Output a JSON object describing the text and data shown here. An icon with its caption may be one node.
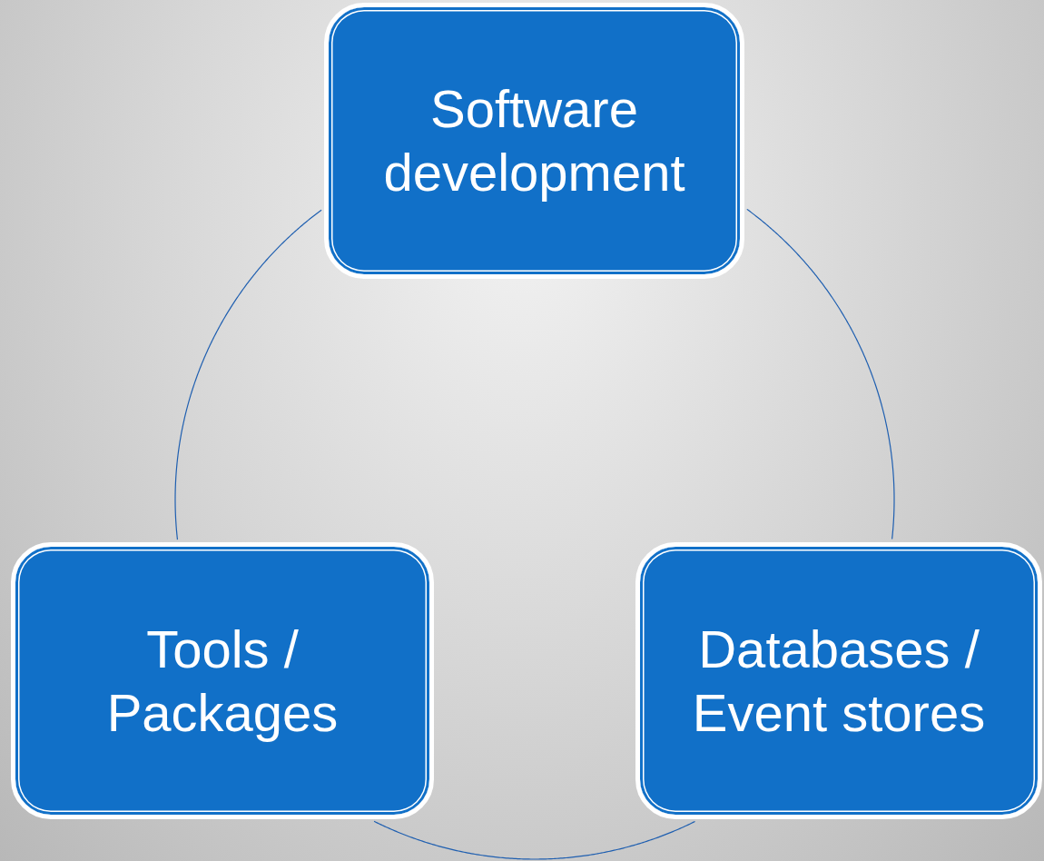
{
  "diagram": {
    "nodes": [
      {
        "text": [
          "Software development"
        ]
      },
      {
        "text": [
          "Tools / Packages"
        ]
      },
      {
        "text": [
          "Databases / Event stores"
        ]
      }
    ],
    "edges": [
      {
        "from": 0,
        "to": 1,
        "arrow": "none"
      },
      {
        "from": 0,
        "to": 2,
        "arrow": "none"
      },
      {
        "from": 1,
        "to": 2,
        "arrow": "none"
      }
    ]
  }
}
